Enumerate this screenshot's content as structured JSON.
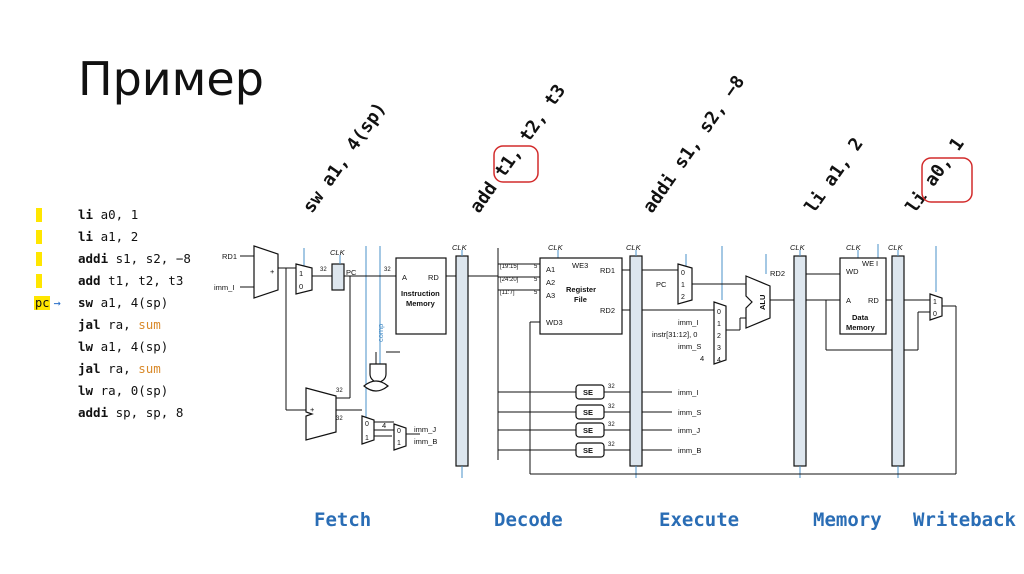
{
  "title": "Пример",
  "code": {
    "pc_label": "pc",
    "pc_arrow": "→",
    "lines": [
      {
        "op": "li",
        "args": " a0, 1",
        "label": "",
        "highlight": true
      },
      {
        "op": "li",
        "args": " a1, 2",
        "label": "",
        "highlight": true
      },
      {
        "op": "addi",
        "args": " s1, s2, −8",
        "label": "",
        "highlight": true
      },
      {
        "op": "add",
        "args": " t1, t2, t3",
        "label": "",
        "highlight": true
      },
      {
        "op": "sw",
        "args": " a1, 4(sp)",
        "label": "",
        "highlight": false
      },
      {
        "op": "jal",
        "args": " ra, ",
        "label": "sum",
        "highlight": false
      },
      {
        "op": "lw",
        "args": " a1, 4(sp)",
        "label": "",
        "highlight": false
      },
      {
        "op": "jal",
        "args": " ra, ",
        "label": "sum",
        "highlight": false
      },
      {
        "op": "lw",
        "args": " ra, 0(sp)",
        "label": "",
        "highlight": false
      },
      {
        "op": "addi",
        "args": " sp, sp, 8",
        "label": "",
        "highlight": false
      }
    ]
  },
  "pipeline_instructions": {
    "fetch": "sw a1, 4(sp)",
    "decode": "add t1, t2, t3",
    "execute": "addi s1, s2, −8",
    "memory": "li a1, 2",
    "writeback": "li a0, 1"
  },
  "stages": {
    "fetch": "Fetch",
    "decode": "Decode",
    "execute": "Execute",
    "memory": "Memory",
    "writeback": "Writeback"
  },
  "datapath": {
    "clk": "CLK",
    "rd1": "RD1",
    "imm_i": "imm_I",
    "pc": "PC",
    "thirtytwo": "32",
    "mux0": "0",
    "mux1": "1",
    "mux2": "2",
    "mux3": "3",
    "mux4": "4",
    "plus": "+",
    "four": "4",
    "comp": "comp",
    "imm_j": "imm_J",
    "imm_b": "imm_B",
    "imm_s": "imm_S",
    "imem_a": "A",
    "imem_rd": "RD",
    "imem_name1": "Instruction",
    "imem_name2": "Memory",
    "rf_we3": "WE3",
    "rf_a1": "A1",
    "rf_a2": "A2",
    "rf_a3": "A3",
    "rf_wd3": "WD3",
    "rf_rd1": "RD1",
    "rf_rd2": "RD2",
    "rf_name1": "Register",
    "rf_name2": "File",
    "bits_19_15": "[19:15]",
    "bits_24_20": "[24:20]",
    "bits_11_7": "[11:7]",
    "five": "5",
    "se": "SE",
    "alu": "ALU",
    "instr_31_12": "instr[31:12], 0",
    "rd2": "RD2",
    "dm_we": "WE",
    "dm_i": "I",
    "dm_wd": "WD",
    "dm_a": "A",
    "dm_rd": "RD",
    "dm_name1": "Data",
    "dm_name2": "Memory"
  },
  "colors": {
    "highlight": "#ffe600",
    "stage_text": "#2a6db5",
    "pc_arrow": "#2a6fc9",
    "label_sum": "#d98a2b",
    "register_circle": "#d22b2b",
    "wire": "#111111",
    "control_wire": "#4a90c8",
    "pipeline_reg": "#dde6ee"
  }
}
